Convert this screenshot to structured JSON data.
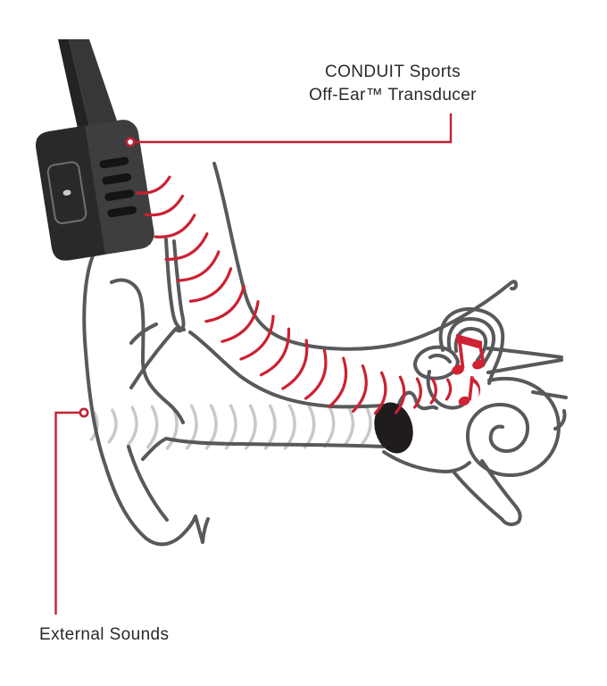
{
  "page": {
    "background": "#ffffff"
  },
  "colors": {
    "accent_red": "#cb2132",
    "outline_gray": "#58595b",
    "wave_gray": "#c7c8ca",
    "device_body": "#3e3e40",
    "device_side": "#29292b",
    "eardrum_black": "#201c1d",
    "text": "#2b292a"
  },
  "labels": {
    "transducer": {
      "line1": "CONDUIT Sports",
      "line2": "Off-Ear™ Transducer"
    },
    "external": {
      "text": "External Sounds"
    }
  },
  "diagram": {
    "subject": "off-ear bone-conduction transducer on ear anatomy",
    "graphics": [
      "off-ear-transducer-device",
      "headband-strap",
      "outer-ear-outline",
      "ear-canal",
      "eardrum",
      "ossicles",
      "semicircular-canals",
      "cochlea-spiral",
      "auditory-nerve",
      "eustachian-tube",
      "red-sound-waves",
      "gray-external-sound-waves",
      "music-notes"
    ]
  }
}
